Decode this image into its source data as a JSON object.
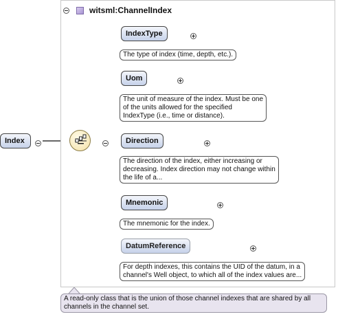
{
  "complex_type": {
    "name": "witsml:ChannelIndex",
    "description": "A read-only class that is the union of those channel indexes that are shared by all channels in the channel set."
  },
  "root_element": {
    "name": "Index"
  },
  "compositor": {
    "kind": "sequence",
    "icon": "sequence-icon"
  },
  "elements": [
    {
      "name": "IndexType",
      "optional": false,
      "description": "The type of index (time, depth, etc.)."
    },
    {
      "name": "Uom",
      "optional": false,
      "description": "The unit of measure of the index. Must be one\nof the units allowed for the specified\nIndexType (i.e., time or distance)."
    },
    {
      "name": "Direction",
      "optional": false,
      "description": "The direction of the index, either increasing or\ndecreasing. Index direction may not change within\nthe life of a..."
    },
    {
      "name": "Mnemonic",
      "optional": false,
      "description": "The mnemonic for the index."
    },
    {
      "name": "DatumReference",
      "optional": true,
      "description": "For depth indexes, this contains the UID of the datum, in a\nchannel's Well object, to which all of the index values are..."
    }
  ]
}
